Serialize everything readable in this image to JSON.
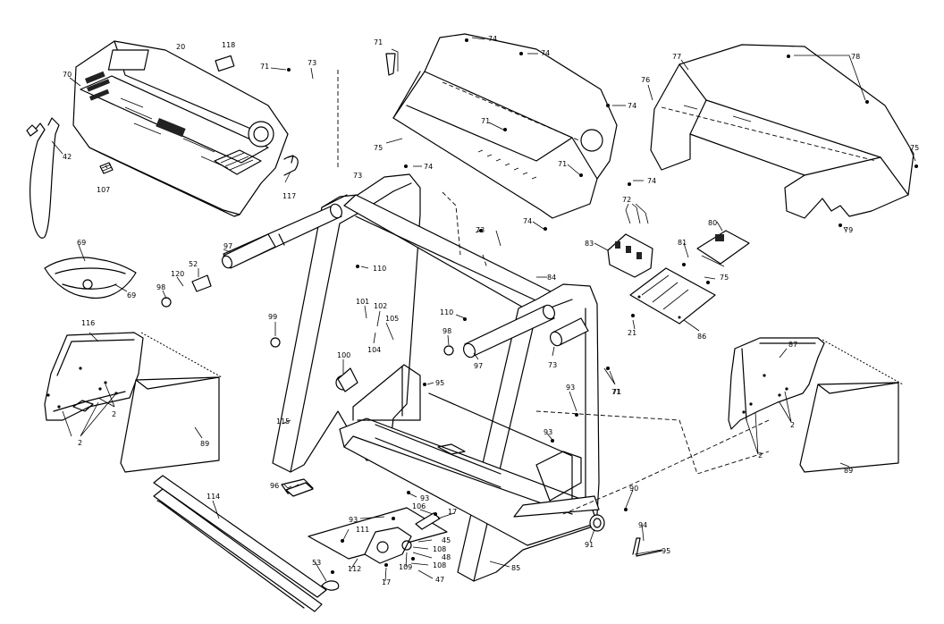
{
  "labels": {
    "l20": "20",
    "l118": "118",
    "l70": "70",
    "l42": "42",
    "l107": "107",
    "l117": "117",
    "l71a": "71",
    "l73a": "73",
    "l71b": "71",
    "l74a": "74",
    "l74b": "74",
    "l74c": "74",
    "l74d": "74",
    "l74e": "74",
    "l74f": "74",
    "l75": "75",
    "l71c": "71",
    "l71d": "71",
    "l77": "77",
    "l78": "78",
    "l76": "76",
    "l75b": "75",
    "l79": "79",
    "l72": "72",
    "l80": "80",
    "l83": "83",
    "l81": "81",
    "l75c": "75",
    "l84": "84",
    "l21": "21",
    "l86": "86",
    "l71e": "71",
    "l73b": "73",
    "l73c": "73",
    "l69a": "69",
    "l69b": "69",
    "l97a": "97",
    "l52": "52",
    "l120": "120",
    "l98a": "98",
    "l110a": "110",
    "l110b": "110",
    "l101": "101",
    "l102": "102",
    "l105": "105",
    "l104": "104",
    "l99": "99",
    "l100": "100",
    "l98b": "98",
    "l97b": "97",
    "l73d": "73",
    "l71f": "71",
    "l116": "116",
    "l2a": "2",
    "l2b": "2",
    "l89a": "89",
    "l115": "115",
    "l95": "95",
    "l93a": "93",
    "l93b": "93",
    "l96": "96",
    "l114": "114",
    "l93c": "93",
    "l93d": "93",
    "l106": "106",
    "l17a": "17",
    "l111": "111",
    "l45": "45",
    "l108a": "108",
    "l48": "48",
    "l108b": "108",
    "l109": "109",
    "l47": "47",
    "l112": "112",
    "l17b": "17",
    "l53": "53",
    "l90": "90",
    "l91": "91",
    "l94": "94",
    "l95b": "95",
    "l85": "85",
    "l87": "87",
    "l2c": "2",
    "l2d": "2",
    "l89b": "89"
  },
  "icons": [
    "console-icon",
    "motor-hood-icon",
    "frame-icon",
    "side-rail-icon",
    "controller-board-icon",
    "roller-icon"
  ]
}
